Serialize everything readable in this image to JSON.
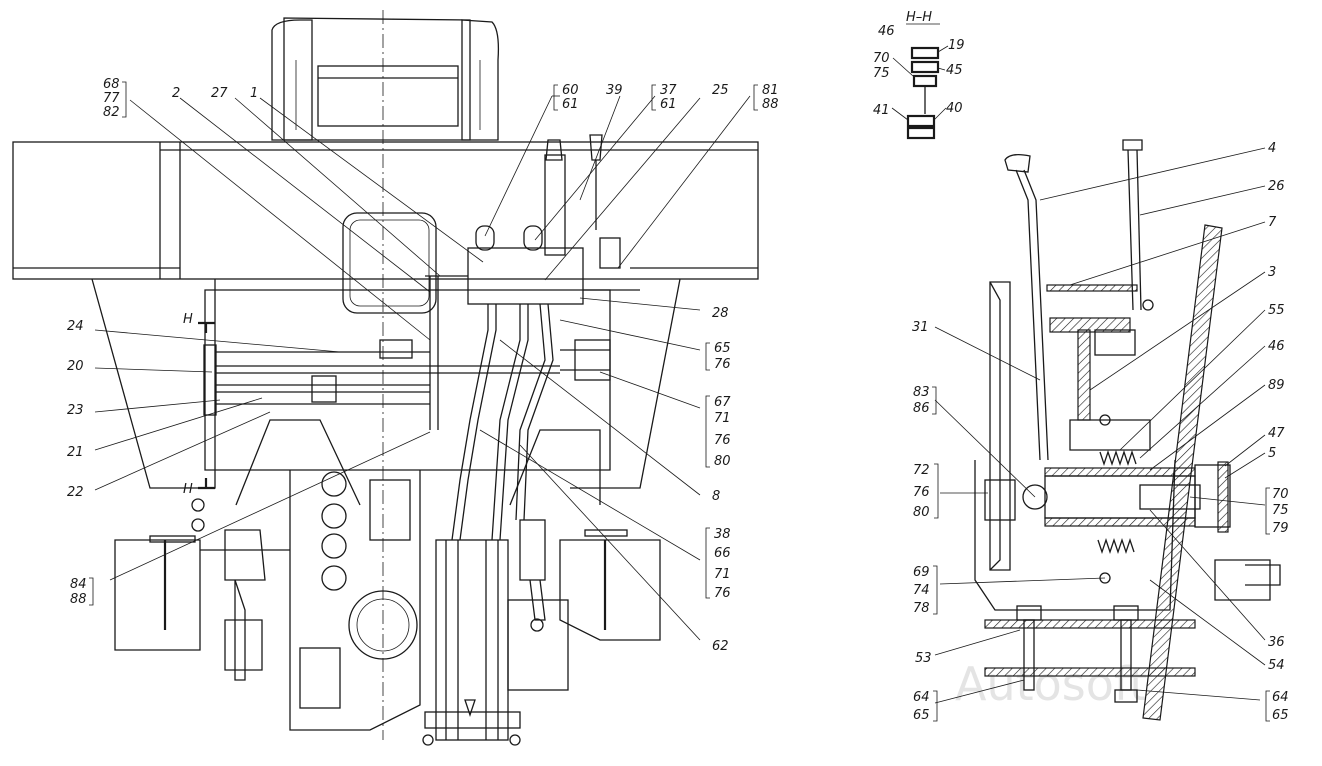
{
  "diagram": {
    "section_title": "Н–Н",
    "watermark": "Autosoft",
    "left_view_labels": {
      "l68": "68",
      "l77": "77",
      "l82": "82",
      "l2": "2",
      "l27": "27",
      "l1": "1",
      "l60": "60",
      "l61a": "61",
      "l39": "39",
      "l37": "37",
      "l61b": "61",
      "l25": "25",
      "l81": "81",
      "l88a": "88",
      "l24": "24",
      "l20": "20",
      "l23": "23",
      "l21": "21",
      "l22": "22",
      "l84": "84",
      "l88b": "88",
      "l28": "28",
      "l65a": "65",
      "l76a": "76",
      "l67": "67",
      "l71a": "71",
      "l76b": "76",
      "l80a": "80",
      "l8": "8",
      "l38": "38",
      "l66": "66",
      "l71b": "71",
      "l76c": "76",
      "l62": "62",
      "h_top": "Н",
      "h_bottom": "Н"
    },
    "section_labels": {
      "s46": "46",
      "s19": "19",
      "s70": "70",
      "s75": "75",
      "s45": "45",
      "s41": "41",
      "s40": "40"
    },
    "right_view_labels": {
      "r4": "4",
      "r26": "26",
      "r7": "7",
      "r3": "3",
      "r55": "55",
      "r31": "31",
      "r46": "46",
      "r83": "83",
      "r86": "86",
      "r89": "89",
      "r47": "47",
      "r5": "5",
      "r72": "72",
      "r76": "76",
      "r80": "80",
      "r70": "70",
      "r75": "75",
      "r79": "79",
      "r69": "69",
      "r74": "74",
      "r78": "78",
      "r36": "36",
      "r53": "53",
      "r54": "54",
      "r64a": "64",
      "r65a": "65",
      "r64b": "64",
      "r65b": "65"
    }
  }
}
